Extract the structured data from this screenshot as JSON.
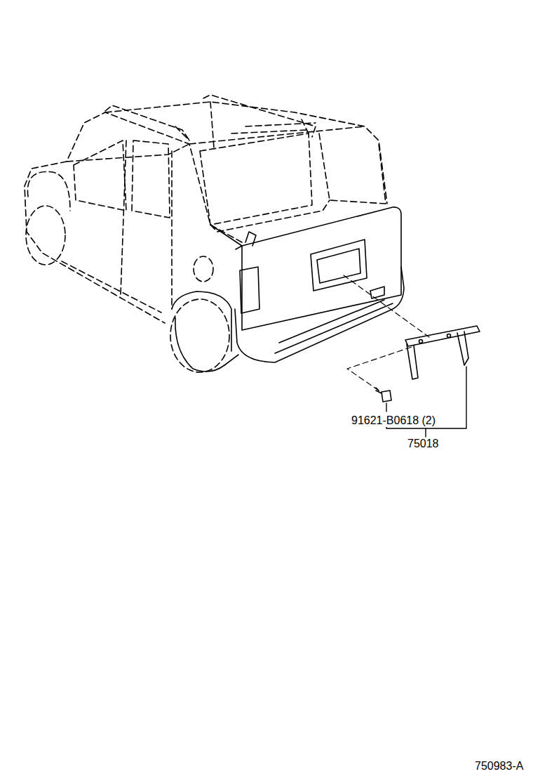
{
  "diagram": {
    "labels": [
      "91621-B0618 (2)",
      "75018",
      "750983-A"
    ]
  }
}
